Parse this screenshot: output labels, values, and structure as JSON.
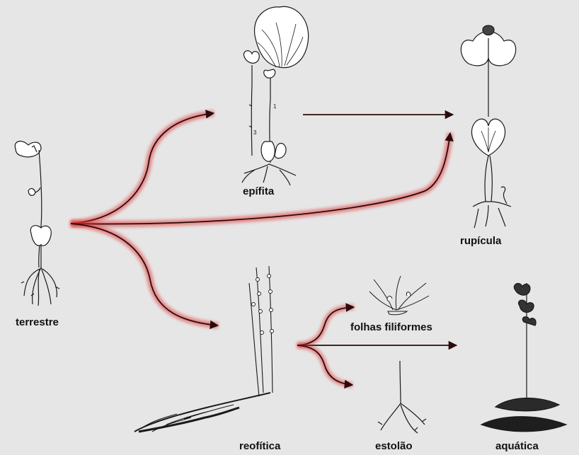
{
  "labels": {
    "terrestre": "terrestre",
    "epifita": "epífita",
    "rupicula": "rupícula",
    "reofitica": "reofítica",
    "folhas_filiformes": "folhas filiformes",
    "estolao": "estolão",
    "aquatica": "aquática"
  },
  "plant_markers": {
    "epifita_1": "1",
    "epifita_3": "3"
  },
  "colors": {
    "background": "#e6e6e6",
    "arrow_line": "#2a0a0a",
    "arrow_glow": "#e23a3a",
    "ink": "#1a1a1a"
  }
}
